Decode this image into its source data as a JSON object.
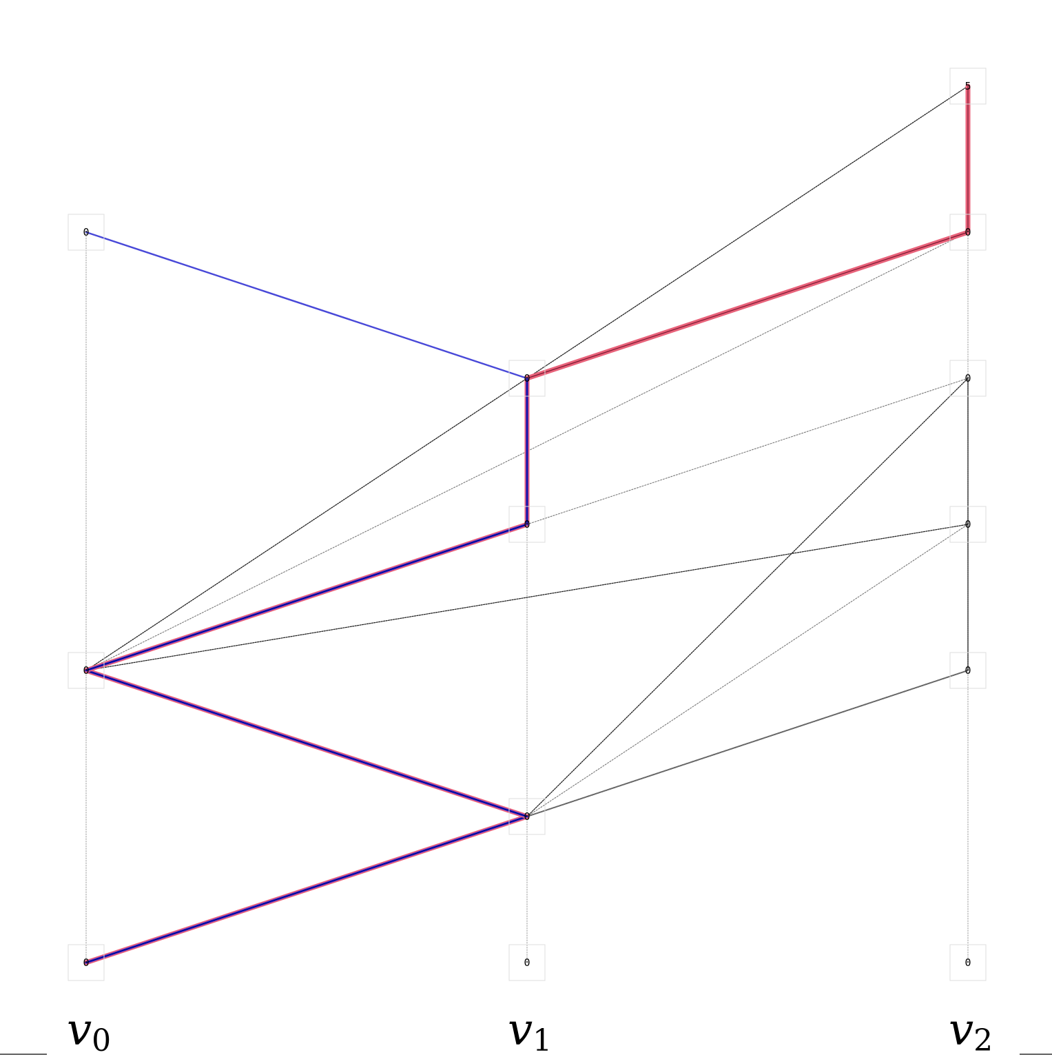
{
  "columns": [
    {
      "id": "v0",
      "label_main": "v",
      "label_sub": "0"
    },
    {
      "id": "v1",
      "label_main": "v",
      "label_sub": "1"
    },
    {
      "id": "v2",
      "label_main": "v",
      "label_sub": "2"
    }
  ],
  "nodes": [
    {
      "id": "v0_0",
      "col": 0,
      "level": 0,
      "label": "0"
    },
    {
      "id": "v0_2",
      "col": 0,
      "level": 2,
      "label": "0"
    },
    {
      "id": "v0_5",
      "col": 0,
      "level": 5,
      "label": "0"
    },
    {
      "id": "v1_0",
      "col": 1,
      "level": 0,
      "label": "0"
    },
    {
      "id": "v1_1",
      "col": 1,
      "level": 1,
      "label": "0"
    },
    {
      "id": "v1_3",
      "col": 1,
      "level": 3,
      "label": "0"
    },
    {
      "id": "v1_4",
      "col": 1,
      "level": 4,
      "label": "0"
    },
    {
      "id": "v2_0",
      "col": 2,
      "level": 0,
      "label": "0"
    },
    {
      "id": "v2_2",
      "col": 2,
      "level": 2,
      "label": "0"
    },
    {
      "id": "v2_3",
      "col": 2,
      "level": 3,
      "label": "0"
    },
    {
      "id": "v2_4",
      "col": 2,
      "level": 4,
      "label": "0"
    },
    {
      "id": "v2_5",
      "col": 2,
      "level": 5,
      "label": "0"
    },
    {
      "id": "v2_6",
      "col": 2,
      "level": 6,
      "label": "5"
    }
  ],
  "edges": [
    {
      "from": "v0_0",
      "to": "v0_5",
      "style": "faint"
    },
    {
      "from": "v1_0",
      "to": "v1_3",
      "style": "faint"
    },
    {
      "from": "v2_0",
      "to": "v2_5",
      "style": "faint"
    },
    {
      "from": "v2_2",
      "to": "v2_4",
      "style": "gray"
    },
    {
      "from": "v0_2",
      "to": "v2_6",
      "style": "dotted"
    },
    {
      "from": "v0_2",
      "to": "v2_5",
      "style": "dotted-light"
    },
    {
      "from": "v0_2",
      "to": "v2_3",
      "style": "dotted"
    },
    {
      "from": "v1_3",
      "to": "v2_4",
      "style": "dotted-light"
    },
    {
      "from": "v1_1",
      "to": "v2_4",
      "style": "dotted"
    },
    {
      "from": "v1_1",
      "to": "v2_3",
      "style": "dotted-light"
    },
    {
      "from": "v1_1",
      "to": "v2_2",
      "style": "gray"
    },
    {
      "from": "v0_5",
      "to": "v1_4",
      "style": "blue"
    },
    {
      "from": "v0_0",
      "to": "v1_1",
      "style": "path-both"
    },
    {
      "from": "v1_1",
      "to": "v0_2",
      "style": "path-both"
    },
    {
      "from": "v0_2",
      "to": "v1_3",
      "style": "path-both"
    },
    {
      "from": "v1_3",
      "to": "v1_4",
      "style": "path-both"
    },
    {
      "from": "v1_4",
      "to": "v2_5",
      "style": "path-red"
    },
    {
      "from": "v2_5",
      "to": "v2_6",
      "style": "path-red"
    }
  ],
  "colors": {
    "path_red": "#e8627a",
    "path_blue": "#1f1fe0",
    "blue_edge": "#4848d8",
    "dotted": "#222222",
    "dotted_light": "#777777",
    "gray": "#666666",
    "faint": "#999999",
    "node_box": "#dddddd"
  }
}
